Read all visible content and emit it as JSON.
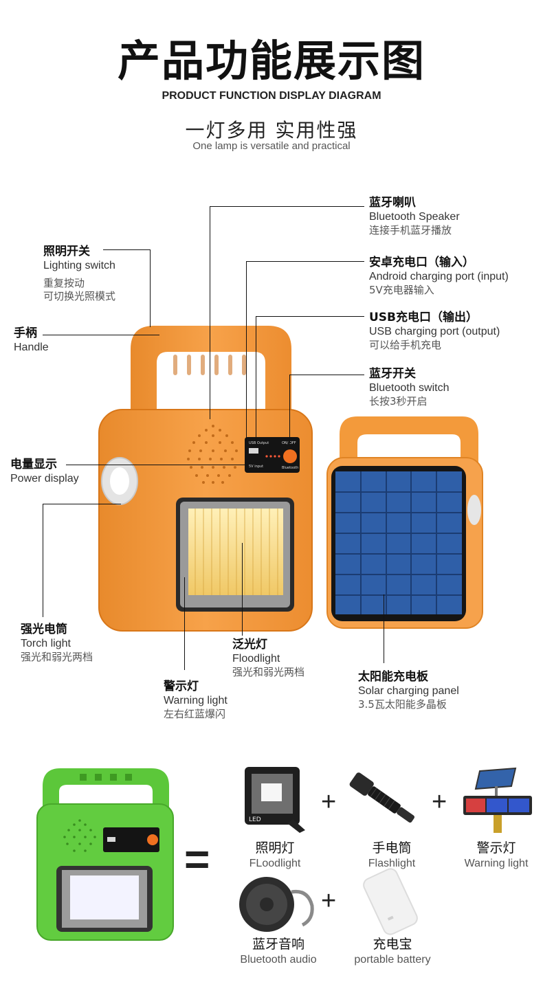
{
  "header": {
    "title": "产品功能展示图",
    "title_en": "PRODUCT FUNCTION DISPLAY DIAGRAM",
    "subtitle": "一灯多用 实用性强",
    "subtitle_en": "One lamp is versatile and practical"
  },
  "device_panel": {
    "usb_output": "USB Output",
    "on_off": "ON/ OFF",
    "bluetooth": "Bluetooth",
    "input": "5V input"
  },
  "callouts": {
    "bluetooth_speaker": {
      "zh": "蓝牙喇叭",
      "en": "Bluetooth Speaker",
      "desc": "连接手机蓝牙播放"
    },
    "android_port": {
      "zh": "安卓充电口（输入）",
      "en": "Android charging port (input)",
      "desc": "5V充电器输入"
    },
    "usb_port": {
      "zh": "USB充电口（输出）",
      "en": "USB charging port (output)",
      "desc": "可以给手机充电"
    },
    "bluetooth_switch": {
      "zh": "蓝牙开关",
      "en": "Bluetooth switch",
      "desc": "长按3秒开启"
    },
    "lighting_switch": {
      "zh": "照明开关",
      "en": "Lighting switch",
      "desc1": "重复按动",
      "desc2": "可切换光照模式"
    },
    "handle": {
      "zh": "手柄",
      "en": "Handle"
    },
    "power_display": {
      "zh": "电量显示",
      "en": "Power display"
    },
    "torch": {
      "zh": "强光电筒",
      "en": "Torch light",
      "desc": "强光和弱光两档"
    },
    "floodlight": {
      "zh": "泛光灯",
      "en": "Floodlight",
      "desc": "强光和弱光两档"
    },
    "warning": {
      "zh": "警示灯",
      "en": "Warning light",
      "desc": "左右红蓝爆闪"
    },
    "solar": {
      "zh": "太阳能充电板",
      "en": "Solar charging panel",
      "desc": "3.5瓦太阳能多晶板"
    }
  },
  "equation": {
    "equals": "=",
    "plus": "+",
    "floodlight_badge": "LED",
    "items": [
      {
        "zh": "照明灯",
        "en": "FLoodlight"
      },
      {
        "zh": "手电筒",
        "en": "Flashlight"
      },
      {
        "zh": "警示灯",
        "en": "Warning light"
      },
      {
        "zh": "蓝牙音响",
        "en": "Bluetooth audio"
      },
      {
        "zh": "充电宝",
        "en": "portable battery"
      }
    ]
  },
  "colors": {
    "orange": "#f39a3b",
    "orange_dark": "#e07f22",
    "green": "#5cc73a",
    "solar_blue": "#2f5fa8",
    "led_yellow": "#f2d27a"
  }
}
